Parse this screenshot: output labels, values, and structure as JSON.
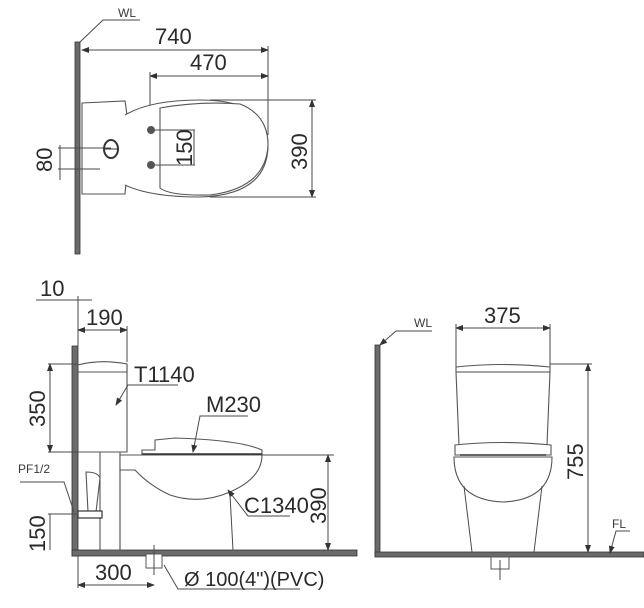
{
  "drawing": {
    "title": "Two-piece toilet dimension drawing",
    "colors": {
      "line": "#4a4a4a",
      "wall": "#6b6b6b",
      "text": "#2a2a2a",
      "background": "#ffffff"
    },
    "top_view": {
      "wall_label": "WL",
      "overall_depth": "740",
      "seat_depth": "470",
      "width": "390",
      "hinge_spacing": "150",
      "inlet_offset": "80"
    },
    "side_view": {
      "wall_gap": "10",
      "tank_depth": "190",
      "tank_height": "350",
      "tank_model": "T1140",
      "seat_model": "M230",
      "bowl_model": "C1340",
      "bowl_height": "390",
      "supply_label": "PF1/2",
      "supply_height": "150",
      "rough_in": "300",
      "outlet": "Ø  100(4\")(PVC)"
    },
    "front_view": {
      "wall_label": "WL",
      "floor_label": "FL",
      "width": "375",
      "total_height": "755"
    }
  }
}
